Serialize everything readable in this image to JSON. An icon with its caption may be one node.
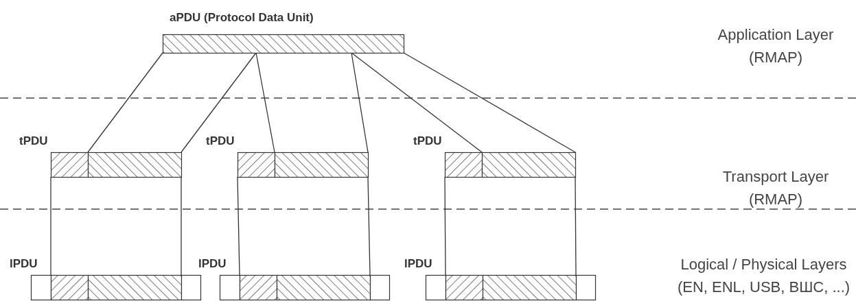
{
  "diagram": {
    "nodes": [
      {
        "text": [
          "aPDU (Protocol Data Unit)"
        ]
      },
      {
        "text": [
          "tPDU"
        ]
      },
      {
        "text": [
          "tPDU"
        ]
      },
      {
        "text": [
          "tPDU"
        ]
      },
      {
        "text": [
          "lPDU"
        ]
      },
      {
        "text": [
          "lPDU"
        ]
      },
      {
        "text": [
          "lPDU"
        ]
      }
    ],
    "edges": [
      {
        "from": 0,
        "to": 1,
        "arrow": "none"
      },
      {
        "from": 0,
        "to": 1,
        "arrow": "none"
      },
      {
        "from": 0,
        "to": 2,
        "arrow": "none"
      },
      {
        "from": 0,
        "to": 2,
        "arrow": "none"
      },
      {
        "from": 0,
        "to": 3,
        "arrow": "none"
      },
      {
        "from": 0,
        "to": 3,
        "arrow": "none"
      },
      {
        "from": 1,
        "to": 4,
        "arrow": "none"
      },
      {
        "from": 1,
        "to": 4,
        "arrow": "none"
      },
      {
        "from": 2,
        "to": 5,
        "arrow": "none"
      },
      {
        "from": 2,
        "to": 5,
        "arrow": "none"
      },
      {
        "from": 3,
        "to": 6,
        "arrow": "none"
      },
      {
        "from": 3,
        "to": 6,
        "arrow": "none"
      }
    ],
    "labels": [
      "Application Layer (RMAP)",
      "Transport Layer (RMAP)",
      "Logical / Physical Layers (EN, ENL, USB, ВШС, ...)"
    ]
  }
}
